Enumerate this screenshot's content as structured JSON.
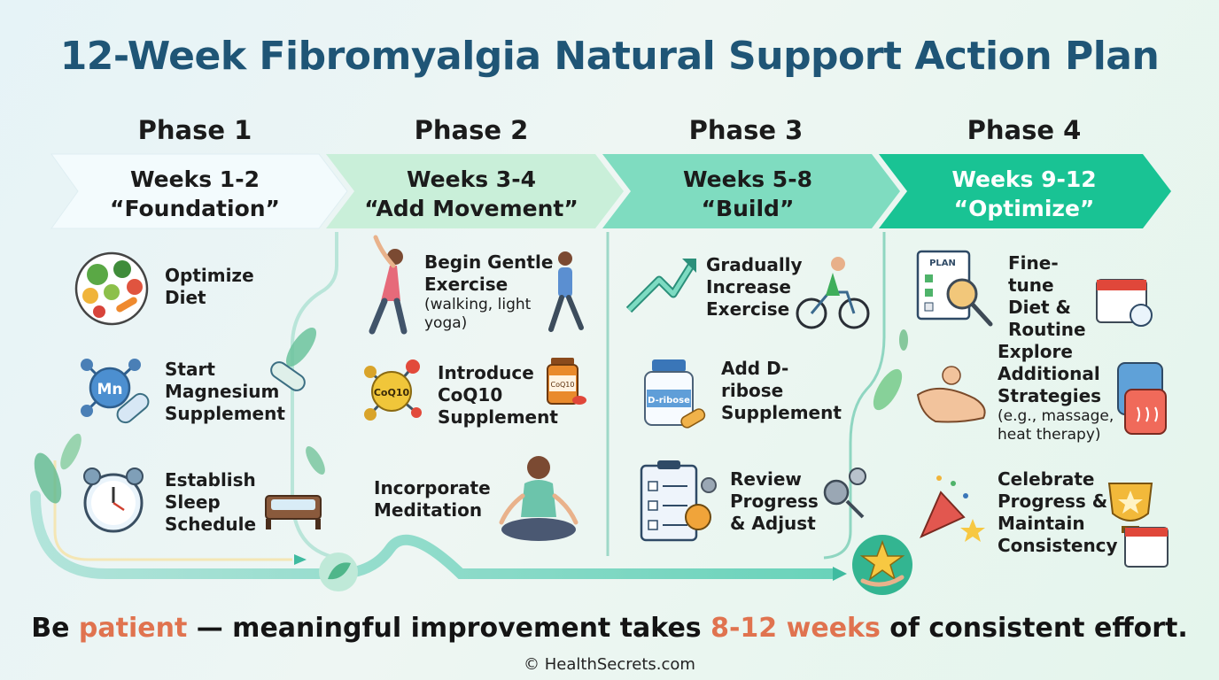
{
  "title": "12-Week Fibromyalgia Natural Support Action Plan",
  "colors": {
    "title": "#1f5576",
    "chevron_1": "#f3fbfd",
    "chevron_2": "#c9efd9",
    "chevron_3": "#7fdcc0",
    "chevron_4": "#19c394",
    "highlight": "#e0734f"
  },
  "phases": [
    {
      "label": "Phase 1",
      "weeks": "Weeks 1-2",
      "name": "“Foundation”",
      "tasks": [
        {
          "text": "Optimize Diet",
          "icon": "healthy-food-plate-icon"
        },
        {
          "text": "Start Magnesium Supplement",
          "icon": "magnesium-molecule-icon"
        },
        {
          "text": "Establish Sleep Schedule",
          "icon": "alarm-clock-icon"
        }
      ]
    },
    {
      "label": "Phase 2",
      "weeks": "Weeks 3-4",
      "name": "“Add Movement”",
      "tasks": [
        {
          "text": "Begin Gentle Exercise",
          "note": "(walking, light yoga)",
          "icon": "stretching-person-icon"
        },
        {
          "text": "Introduce CoQ10 Supplement",
          "icon": "coq10-molecule-icon"
        },
        {
          "text": "Incorporate Meditation",
          "icon": "meditation-person-icon"
        }
      ]
    },
    {
      "label": "Phase 3",
      "weeks": "Weeks 5-8",
      "name": "“Build”",
      "tasks": [
        {
          "text": "Gradually Increase Exercise",
          "icon": "upward-trend-arrow-icon"
        },
        {
          "text": "Add D-ribose Supplement",
          "icon": "d-ribose-jar-icon"
        },
        {
          "text": "Review Progress & Adjust",
          "icon": "checklist-clipboard-icon"
        }
      ]
    },
    {
      "label": "Phase 4",
      "weeks": "Weeks 9-12",
      "name": "“Optimize”",
      "tasks": [
        {
          "text": "Fine-tune Diet & Routine",
          "icon": "plan-checklist-icon"
        },
        {
          "text": "Explore Additional Strategies",
          "note": "(e.g., massage, heat therapy)",
          "icon": "massage-hands-icon"
        },
        {
          "text": "Celebrate Progress & Maintain Consistency",
          "icon": "trophy-icon"
        }
      ]
    }
  ],
  "icon_text": {
    "mn": "Mn",
    "coq10": "CoQ10",
    "coq10_bottle": "CoQ10",
    "d_ribose": "D-ribose",
    "plan": "PLAN"
  },
  "tagline": {
    "before": "Be ",
    "highlight_1": "patient",
    "middle": " — meaningful improvement takes ",
    "highlight_2": "8-12 weeks",
    "after": " of consistent effort."
  },
  "footer": "© HealthSecrets.com"
}
